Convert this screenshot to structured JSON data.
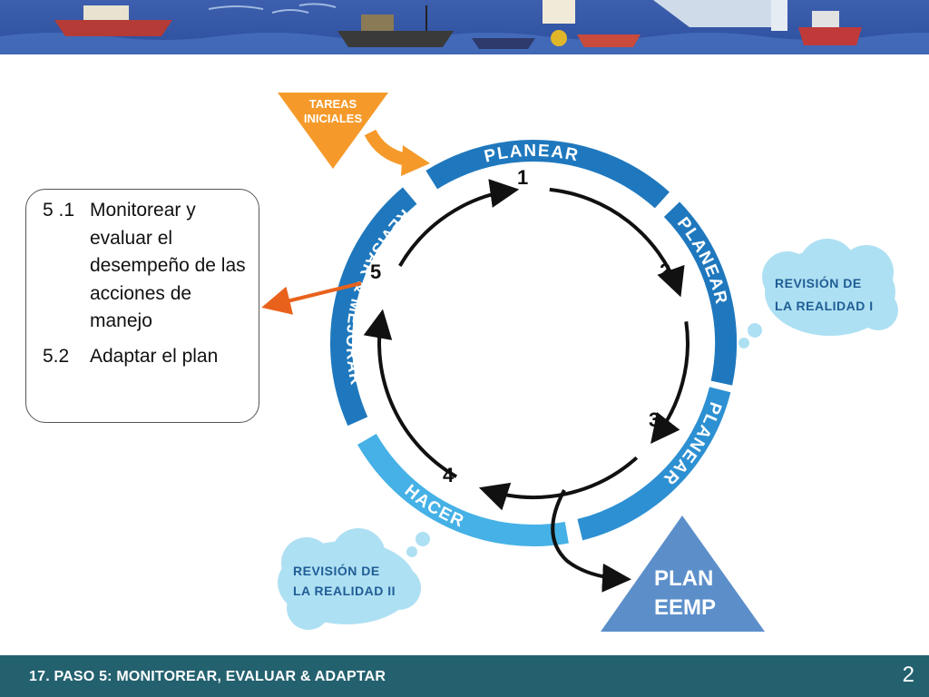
{
  "colors": {
    "ring_dark": "#1f78bd",
    "ring_medium": "#2d90d2",
    "ring_light": "#45b1e6",
    "orange": "#f59a2a",
    "arrow_red": "#e8621c",
    "cloud": "#aee0f3",
    "cloud_text": "#1f5d95",
    "triangle": "#5c8fca",
    "footer": "#24616f"
  },
  "diagram": {
    "tareas_iniciales": [
      "TAREAS",
      "INICIALES"
    ],
    "arc_labels": {
      "planear_top": "PLANEAR",
      "planear_right": "PLANEAR",
      "planear_lower": "PLANEAR",
      "hacer": "HACER",
      "revisar": "REVISAR & MEJORAR"
    },
    "steps": [
      "1",
      "2",
      "3",
      "4",
      "5"
    ],
    "cloud_1": [
      "REVISIÓN DE",
      "LA REALIDAD I"
    ],
    "cloud_2": [
      "REVISIÓN DE",
      "LA REALIDAD II"
    ],
    "plan": [
      "PLAN",
      "EEMP"
    ]
  },
  "textbox": {
    "items": [
      {
        "num": "5 .1",
        "text": "Monitorear y evaluar el desempeño de las acciones de manejo"
      },
      {
        "num": "5.2",
        "text": "Adaptar el plan"
      }
    ]
  },
  "footer": {
    "title": "17. PASO 5: MONITOREAR, EVALUAR & ADAPTAR",
    "page": "2"
  }
}
